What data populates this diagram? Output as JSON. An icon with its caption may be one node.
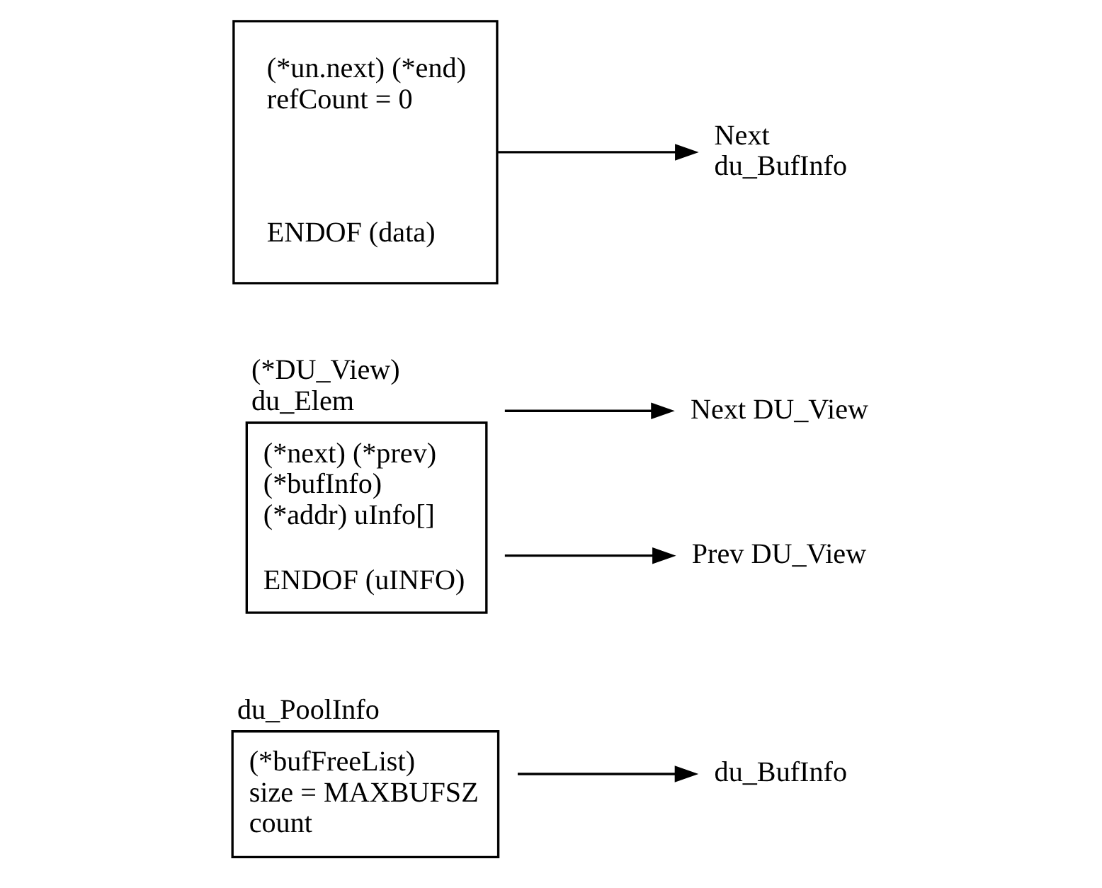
{
  "diagram": {
    "nodes": [
      {
        "text": [
          "du_PoolInfo",
          "(*bufFreeList) size = MAXBUFSZ count"
        ]
      },
      {
        "text": [
          "du_BufInfo"
        ]
      },
      {
        "text": [
          "(*DU_View) du_Elem",
          "(*next) (*prev) (*bufInfo) (*addr) uInfo[]",
          "ENDOF (uINFO)"
        ]
      },
      {
        "text": [
          "Next DU_View"
        ]
      },
      {
        "text": [
          "Prev DU_View"
        ]
      },
      {
        "text": [
          "(*un.next) (*end) refCount = 0",
          "ENDOF (data)"
        ]
      },
      {
        "text": [
          "Next du_BufInfo"
        ]
      }
    ],
    "edges": [
      {
        "from": 0,
        "to": 1,
        "arrow": "to"
      },
      {
        "from": 2,
        "to": 3,
        "arrow": "to"
      },
      {
        "from": 2,
        "to": 4,
        "arrow": "to"
      },
      {
        "from": 5,
        "to": 6,
        "arrow": "to"
      }
    ]
  }
}
